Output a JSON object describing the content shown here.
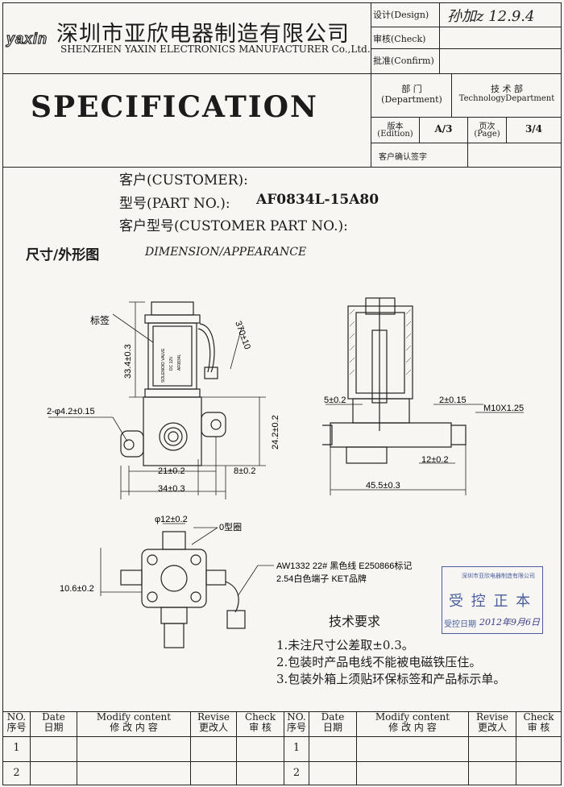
{
  "header": {
    "logo": "yaxin",
    "company_cn": "深圳市亚欣电器制造有限公司",
    "company_en": "SHENZHEN YAXIN ELECTRONICS MANUFACTURER Co.,Ltd.",
    "design_label": "设计(Design)",
    "design_sign": "孙加z 12.9.4",
    "check_label": "审核(Check)",
    "confirm_label": "批准(Confirm)"
  },
  "spec": {
    "title": "SPECIFICATION",
    "dept_label_cn": "部  门",
    "dept_label_en": "(Department)",
    "dept_value_cn": "技 术 部",
    "dept_value_en": "TechnologyDepartment",
    "edition_label_cn": "版本",
    "edition_label_en": "(Edition)",
    "edition_value": "A/3",
    "page_label_cn": "页次",
    "page_label_en": "(Page)",
    "page_value": "3/4",
    "customer_sign_label": "客户确认签字"
  },
  "customer": {
    "customer_label": "客户(CUSTOMER):",
    "part_label": "型号(PART NO.):",
    "part_no": "AF0834L-15A80",
    "cust_part_label": "客户型号(CUSTOMER PART NO.):"
  },
  "section": {
    "title_cn": "尺寸/外形图",
    "title_en": "DIMENSION/APPEARANCE"
  },
  "drawing": {
    "label_tag": "标签",
    "dim_height": "33.4±0.3",
    "dim_wire": "370±10",
    "dim_holes": "2-φ4.2±0.15",
    "dim_24": "24.2±0.2",
    "dim_21": "21±0.2",
    "dim_8": "8±0.2",
    "dim_34": "34±0.3",
    "dim_5": "5±0.2",
    "dim_2": "2±0.15",
    "dim_thread": "M10X1.25",
    "dim_12": "12±0.2",
    "dim_45": "45.5±0.3",
    "dim_phi12": "φ12±0.2",
    "oring": "0型圈",
    "dim_10_6": "10.6±0.2",
    "wire_note1": "AW1332 22#  黑色线 E250866标记",
    "wire_note2": "2.54白色端子 KET品牌",
    "label_lines": [
      "SOLENOID VALVE",
      "DC 12V",
      "AF0834L"
    ]
  },
  "stamp": {
    "company": "深圳市亚欣电器制造有限公司",
    "text": "受 控 正 本",
    "date_label": "受控日期",
    "date_value": "2012年9月6日"
  },
  "requirements": {
    "title": "技术要求",
    "items": [
      "1.未注尺寸公差取±0.3。",
      "2.包装时产品电线不能被电磁铁压住。",
      "3.包装外箱上须贴环保标签和产品标示单。"
    ]
  },
  "revision_table": {
    "headers_en": [
      "NO.",
      "Date",
      "Modify content",
      "Revise",
      "Check",
      "NO.",
      "Date",
      "Modify content",
      "Revise",
      "Check"
    ],
    "headers_cn": [
      "序号",
      "日期",
      "修 改 内 容",
      "更改人",
      "审 核",
      "序号",
      "日期",
      "修 改 内 容",
      "更改人",
      "审 核"
    ],
    "rows": [
      [
        "1",
        "1"
      ],
      [
        "2",
        "2"
      ]
    ]
  }
}
